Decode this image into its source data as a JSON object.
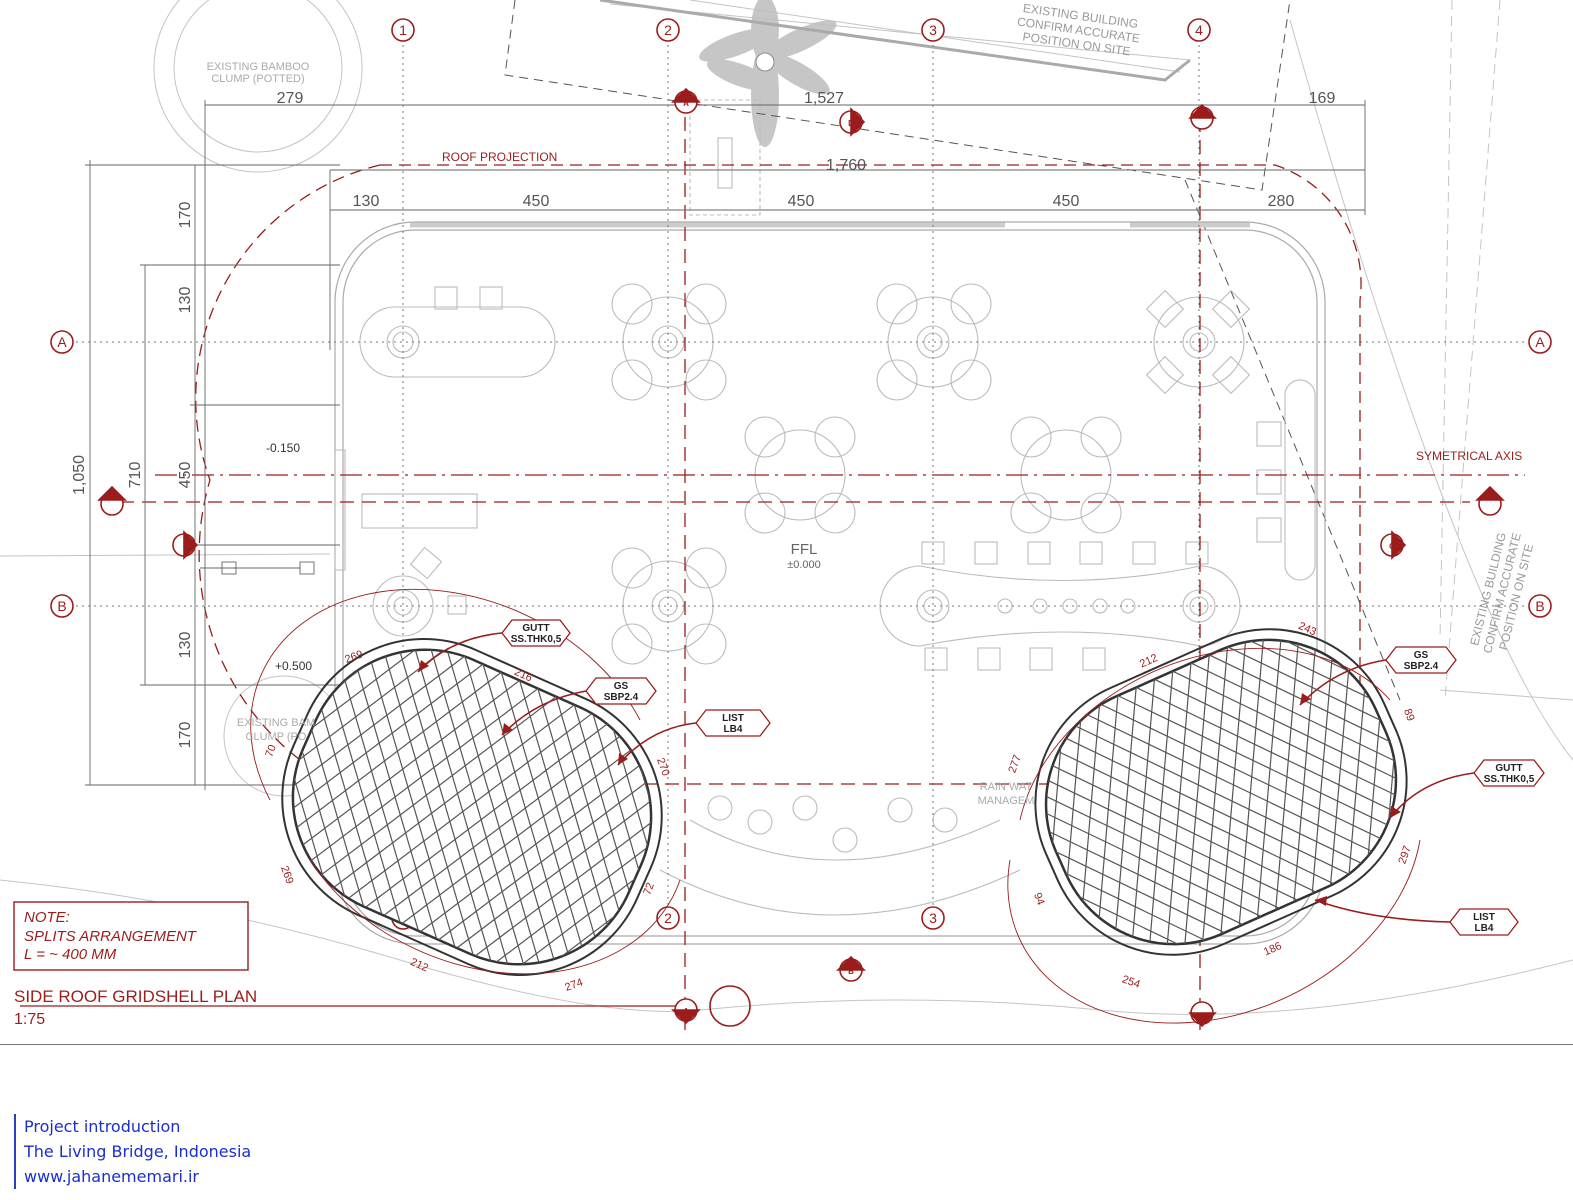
{
  "drawing": {
    "title": "SIDE ROOF GRIDSHELL PLAN",
    "scale": "1:75",
    "note": {
      "heading": "NOTE:",
      "line1": "SPLITS ARRANGEMENT",
      "line2": "L = ~ 400 MM"
    },
    "grid_columns": [
      "1",
      "2",
      "3",
      "4"
    ],
    "grid_rows": [
      "A",
      "B"
    ],
    "top_dimensions": {
      "row1": [
        "279",
        "1,527",
        "169"
      ],
      "row2": "1,760",
      "row3": [
        "130",
        "450",
        "450",
        "450",
        "280"
      ]
    },
    "left_dimensions": [
      "170",
      "130",
      "450",
      "130",
      "170",
      "710",
      "1,050"
    ],
    "labels": {
      "roof_projection": "ROOF PROJECTION",
      "symmetrical_axis": "SYMETRICAL AXIS",
      "ffl": "FFL",
      "ffl_level": "±0.000",
      "level_minus": "-0.150",
      "level_plus": "+0.500",
      "existing_bamboo": "EXISTING BAMBOO",
      "clump_potted": "CLUMP (POTTED)",
      "existing_building_top": [
        "EXISTING BUILDING",
        "CONFIRM ACCURATE",
        "POSITION ON SITE"
      ],
      "existing_building_right": [
        "EXISTING BUILDING",
        "CONFIRM ACCURATE",
        "POSITION ON SITE"
      ],
      "existing_bamboo_lower": "EXISTING BAM",
      "clump_lower": "CLUMP (PO",
      "rain_water": "RAIN WAT",
      "management": "MANAGEM"
    },
    "section_markers": [
      "A",
      "B",
      "C",
      "D"
    ],
    "tags": {
      "gutt": [
        "GUTT",
        "SS.THK0,5"
      ],
      "gs": [
        "GS",
        "SBP2.4"
      ],
      "list": [
        "LIST",
        "LB4"
      ]
    },
    "left_shell_dims": [
      "269",
      "216",
      "270",
      "72",
      "274",
      "212",
      "269",
      "70"
    ],
    "right_shell_dims": [
      "243",
      "212",
      "277",
      "89",
      "297",
      "186",
      "254",
      "94"
    ]
  },
  "footer": {
    "line1": "Project introduction",
    "line2": "The Living Bridge, Indonesia",
    "line3": "www.jahanememari.ir"
  },
  "colors": {
    "red": "#9b1c1c",
    "grey": "#888888",
    "light": "#bbbbbb",
    "footer_text": "#1a2ed0"
  }
}
